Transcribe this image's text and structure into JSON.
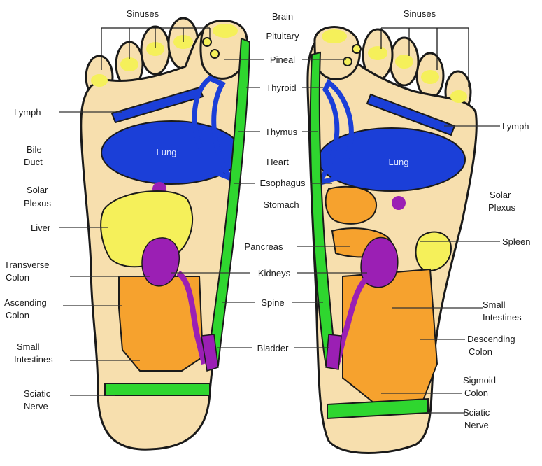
{
  "colors": {
    "skin": "#f7dfae",
    "outline": "#1a1a1a",
    "yellow": "#f5f05a",
    "blue": "#1b3fd8",
    "green": "#2fd62f",
    "orange": "#f6a22e",
    "purple": "#9b1fb4"
  },
  "labels": {
    "sinuses_left": "Sinuses",
    "sinuses_right": "Sinuses",
    "brain": "Brain",
    "pituitary": "Pituitary",
    "pineal": "Pineal",
    "thyroid": "Thyroid",
    "thymus": "Thymus",
    "heart": "Heart",
    "esophagus": "Esophagus",
    "stomach": "Stomach",
    "pancreas": "Pancreas",
    "kidneys": "Kidneys",
    "spine": "Spine",
    "bladder": "Bladder",
    "lymph_left": "Lymph",
    "lymph_right": "Lymph",
    "bile_duct_1": "Bile",
    "bile_duct_2": "Duct",
    "solar_plexus_left_1": "Solar",
    "solar_plexus_left_2": "Plexus",
    "solar_plexus_right_1": "Solar",
    "solar_plexus_right_2": "Plexus",
    "liver": "Liver",
    "transverse_colon_1": "Transverse",
    "transverse_colon_2": "Colon",
    "ascending_colon_1": "Ascending",
    "ascending_colon_2": "Colon",
    "small_intestines_left_1": "Small",
    "small_intestines_left_2": "Intestines",
    "small_intestines_right_1": "Small",
    "small_intestines_right_2": "Intestines",
    "sciatic_nerve_left_1": "Sciatic",
    "sciatic_nerve_left_2": "Nerve",
    "sciatic_nerve_right_1": "Sciatic",
    "sciatic_nerve_right_2": "Nerve",
    "lung_left": "Lung",
    "lung_right": "Lung",
    "spleen": "Spleen",
    "descending_colon_1": "Descending",
    "descending_colon_2": "Colon",
    "sigmoid_colon_1": "Sigmoid",
    "sigmoid_colon_2": "Colon"
  }
}
